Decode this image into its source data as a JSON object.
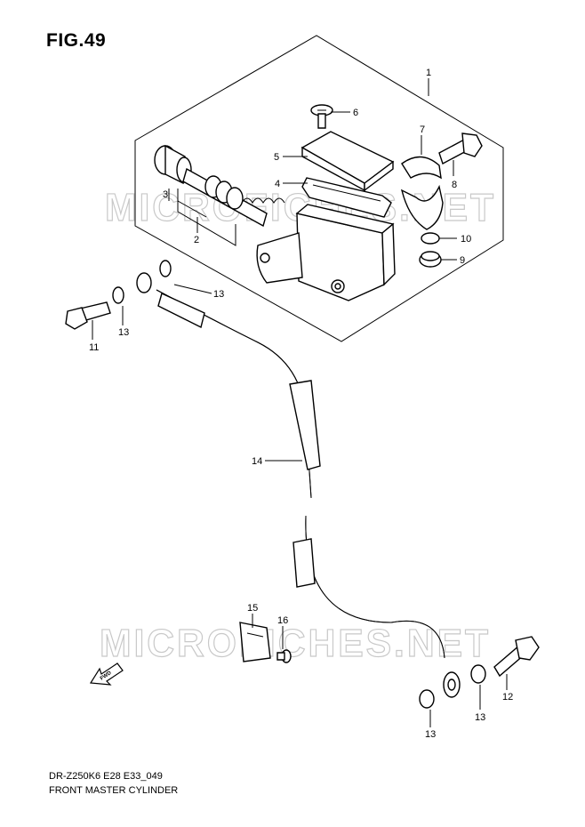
{
  "figure": {
    "title": "FIG.49",
    "model_code": "DR-Z250K6 E28 E33_049",
    "caption": "FRONT MASTER CYLINDER"
  },
  "watermark": "MICROFICHES.NET",
  "direction_marker": "FWD",
  "callouts": {
    "c1": "1",
    "c2": "2",
    "c3": "3",
    "c4": "4",
    "c5": "5",
    "c6": "6",
    "c7": "7",
    "c8": "8",
    "c9": "9",
    "c10": "10",
    "c11": "11",
    "c12": "12",
    "c13a": "13",
    "c13b": "13",
    "c13c": "13",
    "c13d": "13",
    "c14": "14",
    "c15": "15",
    "c16": "16"
  }
}
